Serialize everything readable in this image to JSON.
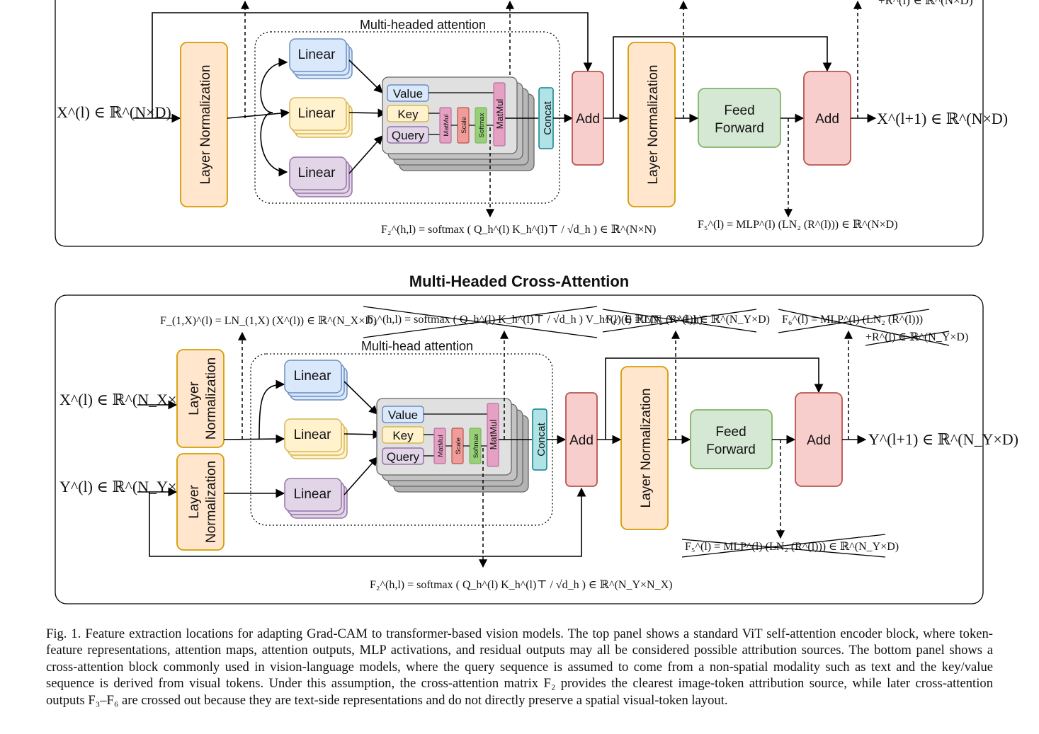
{
  "top_panel": {
    "input_label": "X^(l) ∈ ℝ^(N×D)",
    "output_label": "X^(l+1) ∈ ℝ^(N×D)",
    "layer_norm_1": "Layer Normalization",
    "layer_norm_2": "Layer Normalization",
    "mha_title": "Multi-headed attention",
    "linear": "Linear",
    "value": "Value",
    "key": "Key",
    "query": "Query",
    "matmul": "MatMul",
    "scale": "Scale",
    "softmax": "Softmax",
    "concat": "Concat",
    "add": "Add",
    "feed_forward_1": "Feed",
    "feed_forward_2": "Forward",
    "top_right_partial": "+R^(l) ∈ ℝ^(N×D)",
    "f2_label": "F₂^(h,l) = softmax ( Q_h^(l) K_h^(l)⊤ / √d_h ) ∈ ℝ^(N×N)",
    "f5_label": "F₅^(l) = MLP^(l) (LN₂ (R^(l))) ∈ ℝ^(N×D)"
  },
  "bottom_title": "Multi-Headed Cross-Attention",
  "bottom_panel": {
    "input_x": "X^(l) ∈ ℝ^(N_X×D)",
    "input_y": "Y^(l) ∈ ℝ^(N_Y×D)",
    "output_label": "Y^(l+1) ∈ ℝ^(N_Y×D)",
    "layer_norm_a1": "Layer",
    "layer_norm_a2": "Normalization",
    "layer_norm_big": "Layer Normalization",
    "mha_title": "Multi-head attention",
    "f1_label": "F_(1,X)^(l) = LN_(1,X) (X^(l)) ∈ ℝ^(N_X×D)",
    "f3_label": "F₃^(h,l) = softmax ( Q_h^(l) K_h^(l)⊤ / √d_h ) V_h^(l) ∈ ℝ^(N_Y×d_h)",
    "f4_label": "F₄^(l) = LN₂ (R^(l)) ∈ ℝ^(N_Y×D)",
    "f6_label": "F₆^(l) = MLP^(l) (LN₂ (R^(l)))",
    "f6_label_2": "+R^(l) ∈ ℝ^(N_Y×D)",
    "f5_label": "F₅^(l) = MLP^(l) (LN₂ (R^(l))) ∈ ℝ^(N_Y×D)",
    "f2_label": "F₂^(h,l) = softmax ( Q_h^(l) K_h^(l)⊤ / √d_h ) ∈ ℝ^(N_Y×N_X)"
  },
  "caption": "Fig. 1.   Feature extraction locations for adapting Grad-CAM to transformer-based vision models. The top panel shows a standard ViT self-attention encoder block, where token-feature representations, attention maps, attention outputs, MLP activations, and residual outputs may all be considered possible attribution sources. The bottom panel shows a cross-attention block commonly used in vision-language models, where the query sequence is assumed to come from a non-spatial modality such as text and the key/value sequence is derived from visual tokens. Under this assumption, the cross-attention matrix F₂ provides the clearest image-token attribution source, while later cross-attention outputs F₃–F₆ are crossed out because they are text-side representations and do not directly preserve a spatial visual-token layout.",
  "colors": {
    "orange_fill": "#ffe6cc",
    "orange_stroke": "#d79b00",
    "red_fill": "#f8cecc",
    "red_stroke": "#b85450",
    "green_fill": "#d5e8d4",
    "green_stroke": "#82b366",
    "blue_fill": "#dae8fc",
    "blue_stroke": "#6c8ebf",
    "yellow_fill": "#fff2cc",
    "yellow_stroke": "#d6b656",
    "purple_fill": "#e1d5e7",
    "purple_stroke": "#9673a6",
    "teal_fill": "#b0e3e6",
    "teal_stroke": "#0e8088",
    "pink_fill": "#e6a0c4",
    "pink_stroke": "#b5739d"
  }
}
